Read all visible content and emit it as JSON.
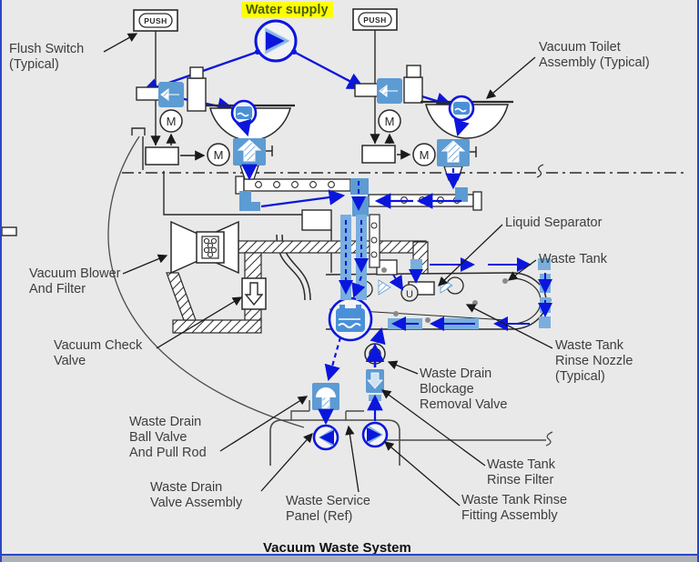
{
  "title": "Vacuum Waste System",
  "water_supply_tag": "Water supply",
  "symbols": {
    "push": "PUSH",
    "motor": "M",
    "level_sensor": "U"
  },
  "labels": {
    "flush_switch": "Flush Switch\n(Typical)",
    "vacuum_toilet": "Vacuum Toilet\nAssembly (Typical)",
    "liquid_separator": "Liquid Separator",
    "waste_tank": "Waste Tank",
    "vacuum_blower": "Vacuum Blower\nAnd Filter",
    "vacuum_check_valve": "Vacuum Check\nValve",
    "waste_tank_rinse_nozzle": "Waste Tank\nRinse Nozzle\n(Typical)",
    "waste_drain_blockage": "Waste Drain\nBlockage\nRemoval Valve",
    "waste_drain_ball_valve": "Waste Drain\nBall Valve\nAnd Pull Rod",
    "waste_drain_valve_assembly": "Waste Drain\nValve Assembly",
    "waste_service_panel": "Waste Service\nPanel (Ref)",
    "waste_tank_rinse_filter": "Waste Tank\nRinse Filter",
    "waste_tank_rinse_fitting": "Waste Tank Rinse\nFitting Assembly"
  },
  "colors": {
    "background": "#e9e9e9",
    "line_black": "#2a2a2a",
    "flow_blue": "#0b16dd",
    "component_blue": "#5d9bd3",
    "component_blue_light": "#8ab6e2",
    "highlight_yellow": "#ffff00",
    "highlight_text_green": "#4b5e0a",
    "label_gray": "#3d3d3d",
    "border_blue": "#2b46c8"
  }
}
